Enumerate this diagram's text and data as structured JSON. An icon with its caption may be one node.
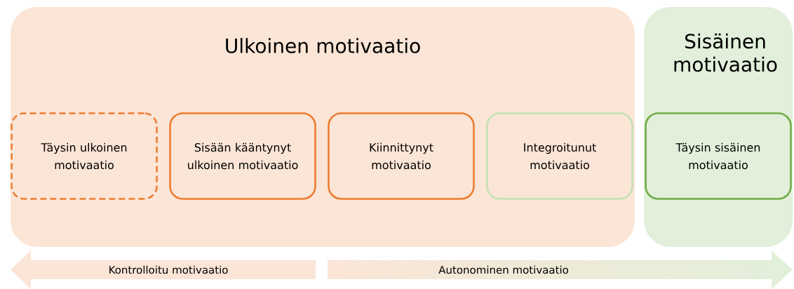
{
  "diagram": {
    "nodes": [
      {
        "text": [
          "Ulkoinen motivaatio"
        ]
      },
      {
        "text": [
          "Sisäinen motivaatio"
        ]
      },
      {
        "text": [
          "Täysin ulkoinen motivaatio"
        ],
        "in": 0
      },
      {
        "text": [
          "Sisään kääntynyt ulkoinen motivaatio"
        ],
        "in": 0
      },
      {
        "text": [
          "Kiinnittynyt motivaatio"
        ],
        "in": 0
      },
      {
        "text": [
          "Integroitunut motivaatio"
        ],
        "in": 0
      },
      {
        "text": [
          "Täysin sisäinen motivaatio"
        ],
        "in": 1
      },
      {
        "text": [
          "Kontrolloitu motivaatio"
        ]
      },
      {
        "text": [
          "Autonominen motivaatio"
        ]
      }
    ],
    "edges": []
  }
}
